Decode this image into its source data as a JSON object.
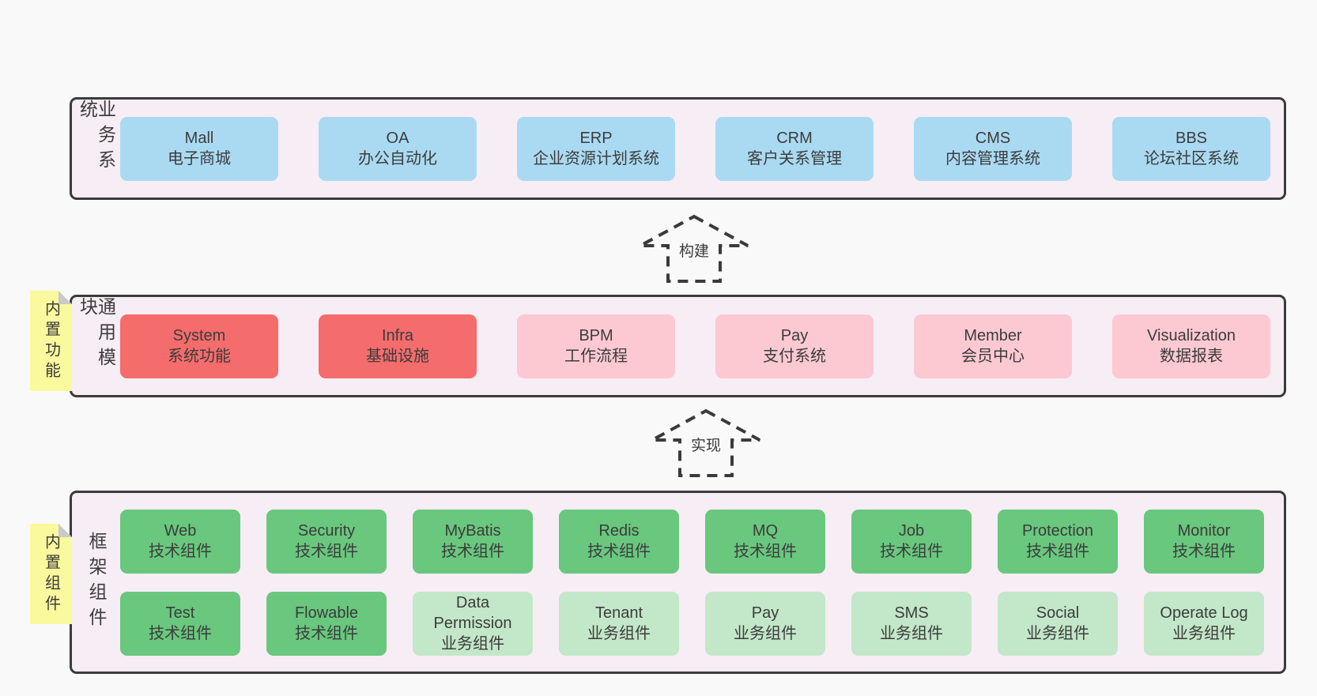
{
  "colors": {
    "page_bg": "#f9f9f9",
    "layer_bg": "#f7edf4",
    "layer_border": "#3b3b3b",
    "blue": "#aadaf2",
    "red": "#f56c6c",
    "pink": "#fcc9d3",
    "green": "#69c77e",
    "light_green": "#c3e7c9",
    "sticky_yellow": "#fbf99d",
    "sticky_fold": "#c9c9c9",
    "text": "#3c3c3c"
  },
  "arrows": [
    {
      "label": "构建"
    },
    {
      "label": "实现"
    }
  ],
  "layers": [
    {
      "label": "业务系统",
      "boxes": [
        {
          "name": "Mall",
          "desc": "电子商城",
          "type": "blue"
        },
        {
          "name": "OA",
          "desc": "办公自动化",
          "type": "blue"
        },
        {
          "name": "ERP",
          "desc": "企业资源计划系统",
          "type": "blue"
        },
        {
          "name": "CRM",
          "desc": "客户关系管理",
          "type": "blue"
        },
        {
          "name": "CMS",
          "desc": "内容管理系统",
          "type": "blue"
        },
        {
          "name": "BBS",
          "desc": "论坛社区系统",
          "type": "blue"
        }
      ]
    },
    {
      "label": "通用模块",
      "sticky": "内置功能",
      "boxes": [
        {
          "name": "System",
          "desc": "系统功能",
          "type": "red"
        },
        {
          "name": "Infra",
          "desc": "基础设施",
          "type": "red"
        },
        {
          "name": "BPM",
          "desc": "工作流程",
          "type": "pink"
        },
        {
          "name": "Pay",
          "desc": "支付系统",
          "type": "pink"
        },
        {
          "name": "Member",
          "desc": "会员中心",
          "type": "pink"
        },
        {
          "name": "Visualization",
          "desc": "数据报表",
          "type": "pink"
        }
      ]
    },
    {
      "label": "框架组件",
      "sticky": "内置组件",
      "rows": [
        [
          {
            "name": "Web",
            "desc": "技术组件",
            "type": "green"
          },
          {
            "name": "Security",
            "desc": "技术组件",
            "type": "green"
          },
          {
            "name": "MyBatis",
            "desc": "技术组件",
            "type": "green"
          },
          {
            "name": "Redis",
            "desc": "技术组件",
            "type": "green"
          },
          {
            "name": "MQ",
            "desc": "技术组件",
            "type": "green"
          },
          {
            "name": "Job",
            "desc": "技术组件",
            "type": "green"
          },
          {
            "name": "Protection",
            "desc": "技术组件",
            "type": "green"
          },
          {
            "name": "Monitor",
            "desc": "技术组件",
            "type": "green"
          }
        ],
        [
          {
            "name": "Test",
            "desc": "技术组件",
            "type": "green"
          },
          {
            "name": "Flowable",
            "desc": "技术组件",
            "type": "green"
          },
          {
            "name": "Data Permission",
            "desc": "业务组件",
            "type": "light_green"
          },
          {
            "name": "Tenant",
            "desc": "业务组件",
            "type": "light_green"
          },
          {
            "name": "Pay",
            "desc": "业务组件",
            "type": "light_green"
          },
          {
            "name": "SMS",
            "desc": "业务组件",
            "type": "light_green"
          },
          {
            "name": "Social",
            "desc": "业务组件",
            "type": "light_green"
          },
          {
            "name": "Operate Log",
            "desc": "业务组件",
            "type": "light_green"
          }
        ]
      ]
    }
  ]
}
